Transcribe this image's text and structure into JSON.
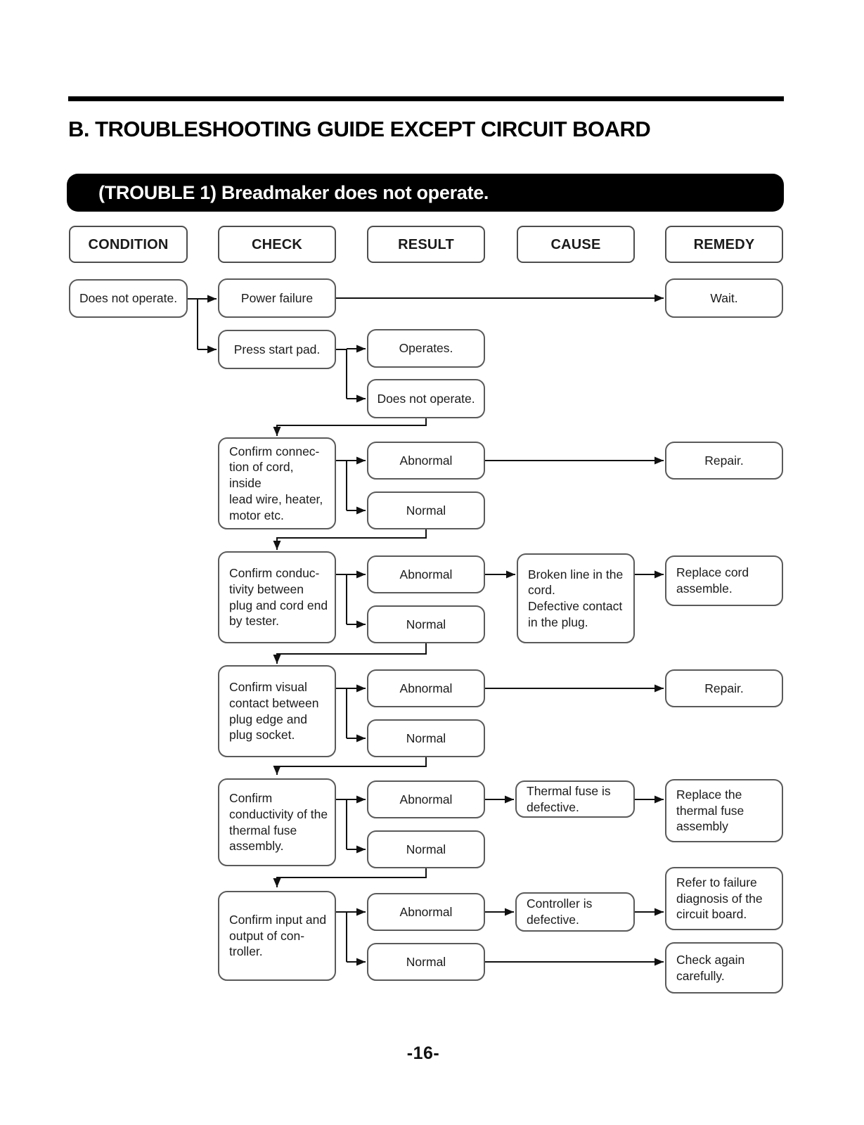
{
  "page": {
    "title": "B. TROUBLESHOOTING GUIDE EXCEPT CIRCUIT BOARD",
    "banner": "(TROUBLE 1) Breadmaker does not operate.",
    "page_number": "-16-"
  },
  "headers": [
    "CONDITION",
    "CHECK",
    "RESULT",
    "CAUSE",
    "REMEDY"
  ],
  "flow": {
    "condition": "Does not operate.",
    "row1": {
      "check": "Power failure",
      "remedy": "Wait."
    },
    "row2": {
      "check": "Press start pad.",
      "result_operates": "Operates.",
      "result_not_operate": "Does not operate."
    },
    "steps": [
      {
        "check": "Confirm connec-\ntion of cord, inside\nlead wire, heater,\nmotor etc.",
        "abnormal": "Abnormal",
        "normal": "Normal",
        "remedy": "Repair."
      },
      {
        "check": "Confirm conduc-\ntivity between\nplug and cord end\nby tester.",
        "abnormal": "Abnormal",
        "normal": "Normal",
        "cause": "Broken line in the\ncord.\nDefective contact\nin the plug.",
        "remedy": "Replace cord\nassemble."
      },
      {
        "check": "Confirm visual\ncontact between\nplug edge and\nplug socket.",
        "abnormal": "Abnormal",
        "normal": "Normal",
        "remedy": "Repair."
      },
      {
        "check": "Confirm\nconductivity of the\nthermal fuse\nassembly.",
        "abnormal": "Abnormal",
        "normal": "Normal",
        "cause": "Thermal fuse is\ndefective.",
        "remedy": "Replace the\nthermal fuse\nassembly"
      },
      {
        "check": "Confirm input and\noutput of con-\ntroller.",
        "abnormal": "Abnormal",
        "normal": "Normal",
        "cause": "Controller is\ndefective.",
        "remedy_abnormal": "Refer to failure\ndiagnosis of the\ncircuit board.",
        "remedy_normal": "Check again\ncarefully."
      }
    ]
  },
  "colors": {
    "banner_bg": "#000000",
    "box_border": "#5a5a5a",
    "line": "#111111"
  }
}
